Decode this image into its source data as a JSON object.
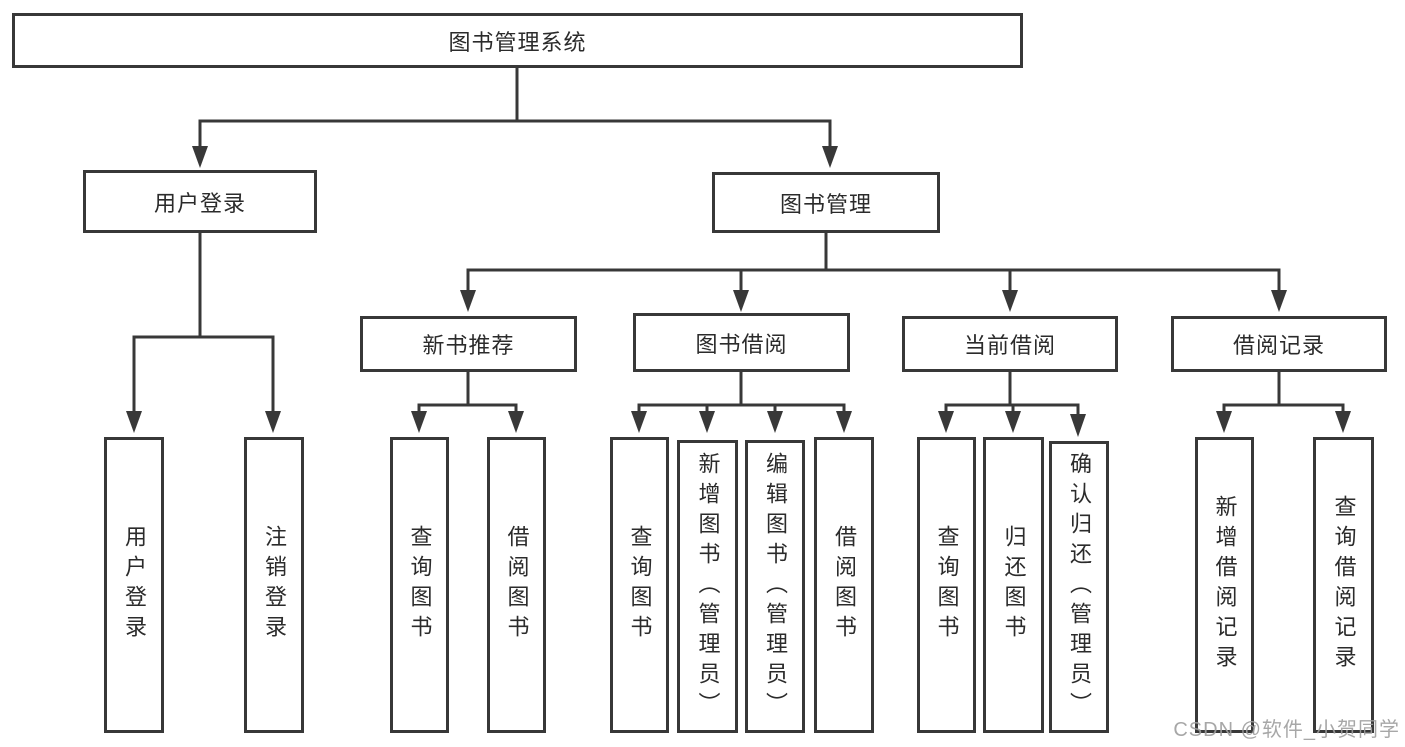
{
  "diagram": {
    "root": "图书管理系统",
    "branches": [
      {
        "label": "用户登录",
        "children": [
          "用户登录",
          "注销登录"
        ]
      },
      {
        "label": "图书管理",
        "children": [
          {
            "label": "新书推荐",
            "children": [
              "查询图书",
              "借阅图书"
            ]
          },
          {
            "label": "图书借阅",
            "children": [
              "查询图书",
              "新增图书（管理员）",
              "编辑图书（管理员）",
              "借阅图书"
            ]
          },
          {
            "label": "当前借阅",
            "children": [
              "查询图书",
              "归还图书",
              "确认归还（管理员）"
            ]
          },
          {
            "label": "借阅记录",
            "children": [
              "新增借阅记录",
              "查询借阅记录"
            ]
          }
        ]
      }
    ]
  },
  "watermark": "CSDN @软件_小贺同学",
  "colors": {
    "line": "#383838",
    "text": "#2b2b2b",
    "watermark": "#9e9e9e",
    "background": "#ffffff"
  }
}
